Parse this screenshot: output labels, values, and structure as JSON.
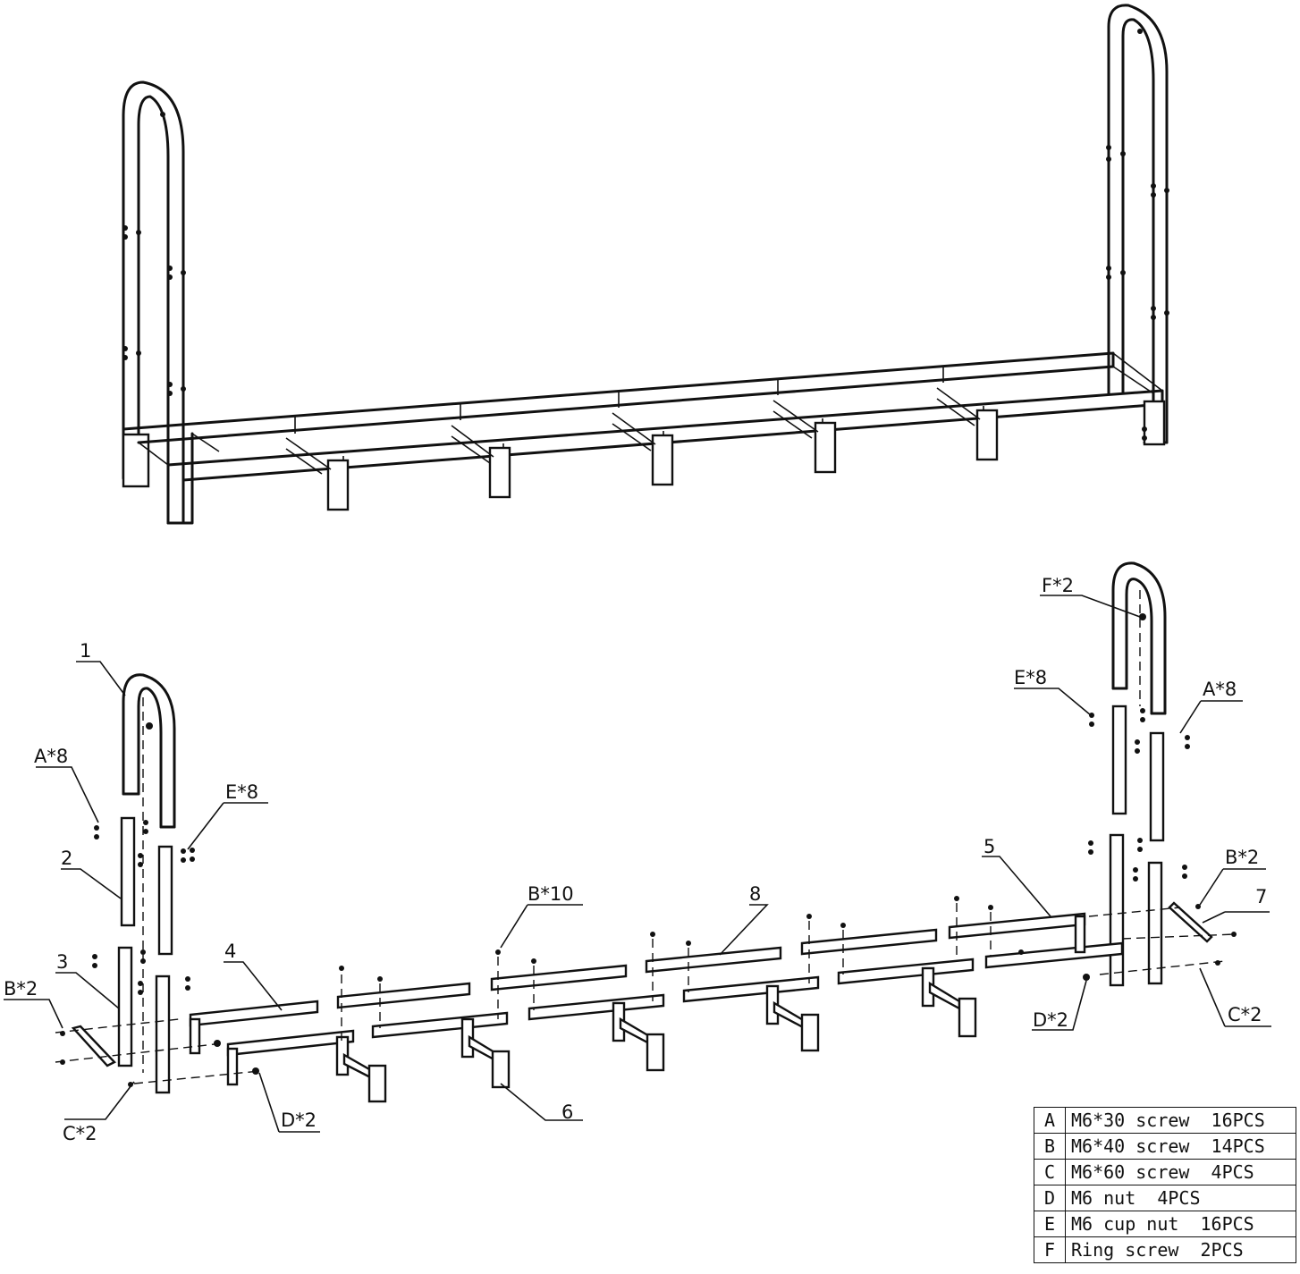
{
  "labels": {
    "part_1": "1",
    "part_2": "2",
    "part_3": "3",
    "part_4": "4",
    "part_5": "5",
    "part_6": "6",
    "part_7": "7",
    "part_8": "8",
    "a8_left": "A*8",
    "e8_left": "E*8",
    "b2_left": "B*2",
    "c2_left": "C*2",
    "d2_left": "D*2",
    "b10": "B*10",
    "f2": "F*2",
    "e8_right": "E*8",
    "a8_right": "A*8",
    "b2_right": "B*2",
    "d2_right": "D*2",
    "c2_right": "C*2"
  },
  "hardware_table": [
    {
      "key": "A",
      "desc": "M6*30 screw  16PCS"
    },
    {
      "key": "B",
      "desc": "M6*40 screw  14PCS"
    },
    {
      "key": "C",
      "desc": "M6*60 screw  4PCS"
    },
    {
      "key": "D",
      "desc": "M6 nut  4PCS"
    },
    {
      "key": "E",
      "desc": "M6 cup nut  16PCS"
    },
    {
      "key": "F",
      "desc": "Ring screw  2PCS"
    }
  ]
}
